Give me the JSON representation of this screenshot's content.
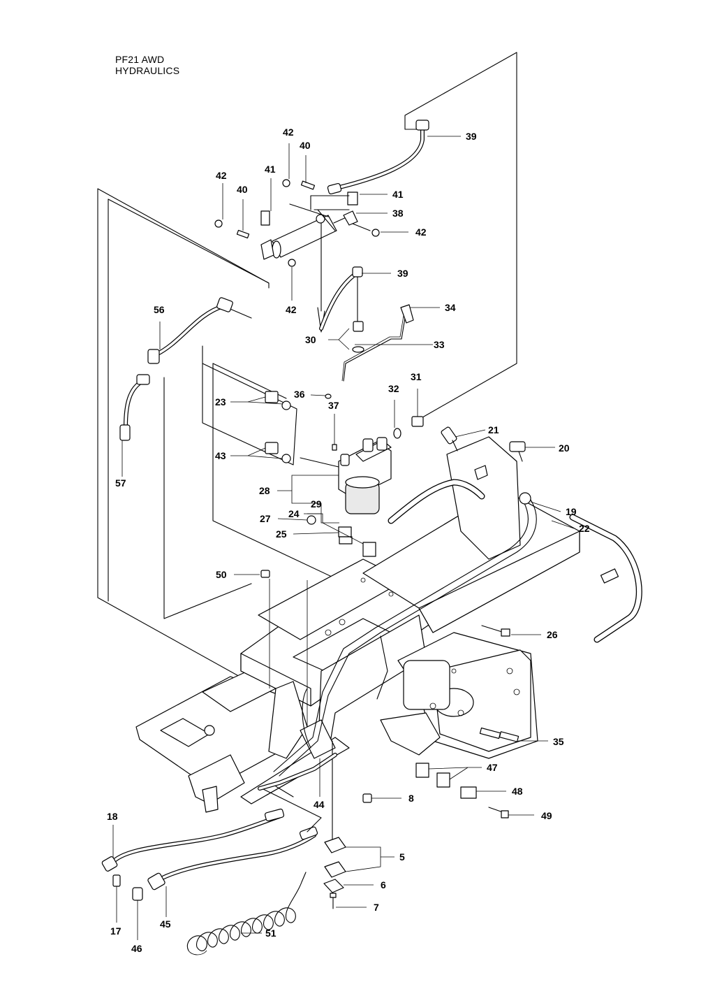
{
  "title": {
    "line1": "PF21 AWD",
    "line2": "HYDRAULICS"
  },
  "callouts": [
    {
      "id": "c39a",
      "text": "39"
    },
    {
      "id": "c42a",
      "text": "42"
    },
    {
      "id": "c40a",
      "text": "40"
    },
    {
      "id": "c42b",
      "text": "42"
    },
    {
      "id": "c40b",
      "text": "40"
    },
    {
      "id": "c41a",
      "text": "41"
    },
    {
      "id": "c41b",
      "text": "41"
    },
    {
      "id": "c38",
      "text": "38"
    },
    {
      "id": "c42c",
      "text": "42"
    },
    {
      "id": "c42d",
      "text": "42"
    },
    {
      "id": "c39b",
      "text": "39"
    },
    {
      "id": "c56",
      "text": "56"
    },
    {
      "id": "c34",
      "text": "34"
    },
    {
      "id": "c30",
      "text": "30"
    },
    {
      "id": "c33",
      "text": "33"
    },
    {
      "id": "c31",
      "text": "31"
    },
    {
      "id": "c32",
      "text": "32"
    },
    {
      "id": "c36",
      "text": "36"
    },
    {
      "id": "c37",
      "text": "37"
    },
    {
      "id": "c23",
      "text": "23"
    },
    {
      "id": "c21",
      "text": "21"
    },
    {
      "id": "c20",
      "text": "20"
    },
    {
      "id": "c43",
      "text": "43"
    },
    {
      "id": "c57",
      "text": "57"
    },
    {
      "id": "c28",
      "text": "28"
    },
    {
      "id": "c29",
      "text": "29"
    },
    {
      "id": "c19",
      "text": "19"
    },
    {
      "id": "c22",
      "text": "22"
    },
    {
      "id": "c27",
      "text": "27"
    },
    {
      "id": "c25",
      "text": "25"
    },
    {
      "id": "c24",
      "text": "24"
    },
    {
      "id": "c50",
      "text": "50"
    },
    {
      "id": "c26",
      "text": "26"
    },
    {
      "id": "c35",
      "text": "35"
    },
    {
      "id": "c47",
      "text": "47"
    },
    {
      "id": "c48",
      "text": "48"
    },
    {
      "id": "c8",
      "text": "8"
    },
    {
      "id": "c44",
      "text": "44"
    },
    {
      "id": "c49",
      "text": "49"
    },
    {
      "id": "c18",
      "text": "18"
    },
    {
      "id": "c5",
      "text": "5"
    },
    {
      "id": "c6",
      "text": "6"
    },
    {
      "id": "c7",
      "text": "7"
    },
    {
      "id": "c17",
      "text": "17"
    },
    {
      "id": "c46",
      "text": "46"
    },
    {
      "id": "c45",
      "text": "45"
    },
    {
      "id": "c51",
      "text": "51"
    }
  ]
}
